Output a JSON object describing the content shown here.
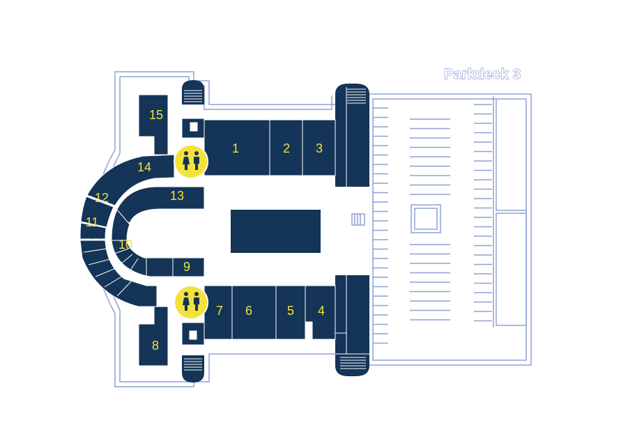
{
  "map": {
    "title": "Parkdeck 3",
    "colors": {
      "unit_fill": "#143458",
      "label": "#f2e23a",
      "outline": "#8fa0d4",
      "restroom_badge": "#f4e23a"
    },
    "units": [
      {
        "id": "1",
        "label": "1"
      },
      {
        "id": "2",
        "label": "2"
      },
      {
        "id": "3",
        "label": "3"
      },
      {
        "id": "4",
        "label": "4"
      },
      {
        "id": "5",
        "label": "5"
      },
      {
        "id": "6",
        "label": "6"
      },
      {
        "id": "7",
        "label": "7"
      },
      {
        "id": "8",
        "label": "8"
      },
      {
        "id": "9",
        "label": "9"
      },
      {
        "id": "10",
        "label": "10"
      },
      {
        "id": "11",
        "label": "11"
      },
      {
        "id": "12",
        "label": "12"
      },
      {
        "id": "13",
        "label": "13"
      },
      {
        "id": "14",
        "label": "14"
      },
      {
        "id": "15",
        "label": "15"
      }
    ],
    "restrooms": [
      {
        "id": "restroom-top",
        "icon": "restroom-icon"
      },
      {
        "id": "restroom-bottom",
        "icon": "restroom-icon"
      }
    ]
  }
}
